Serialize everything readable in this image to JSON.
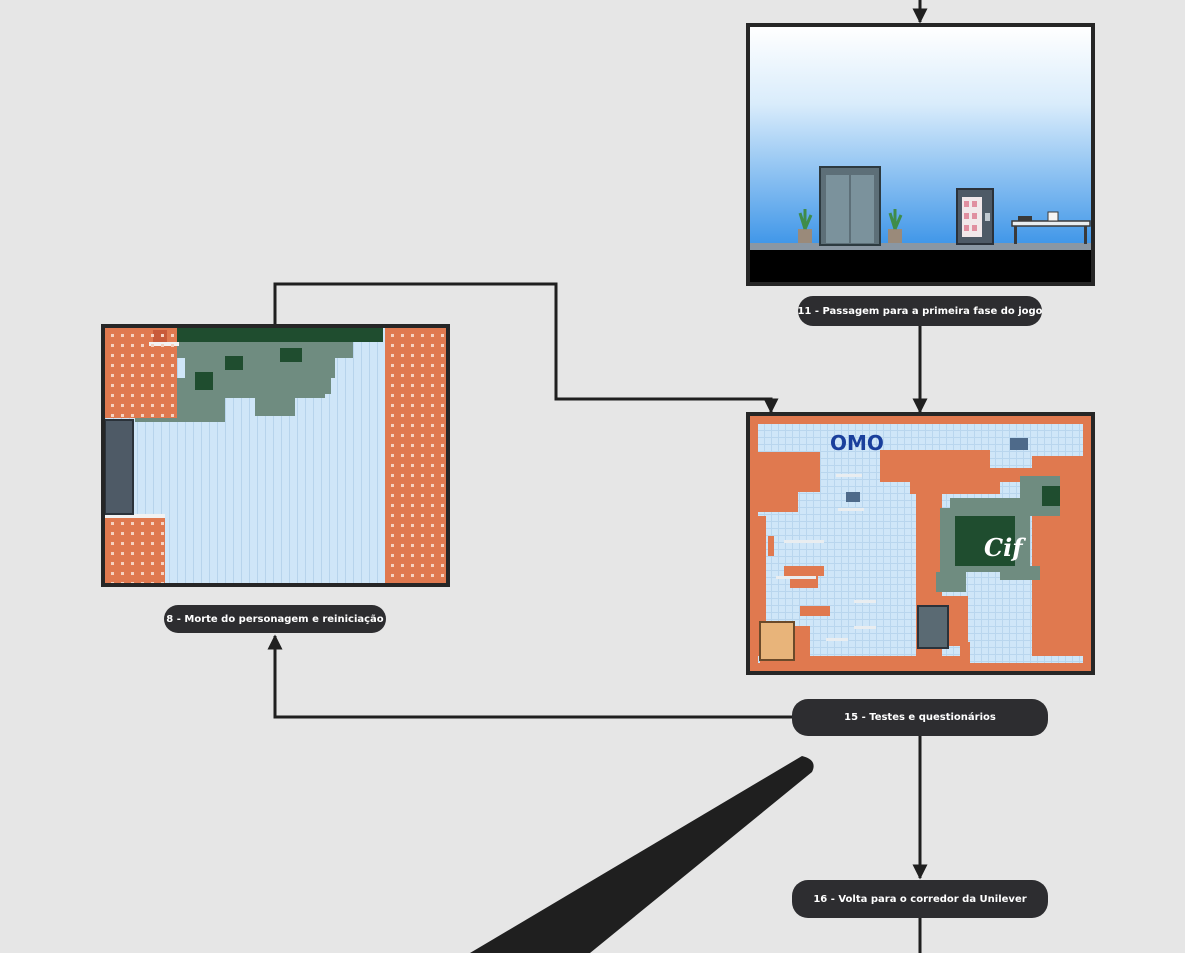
{
  "nodes": {
    "passagem": {
      "label": "11 - Passagem para a primeira fase do jogo"
    },
    "morte": {
      "label": "8 - Morte do personagem e reiniciação"
    },
    "testes": {
      "label": "15 - Testes e questionários"
    },
    "volta": {
      "label": "16 - Volta para o corredor da Unilever"
    }
  },
  "level_map": {
    "brand_top": "OMO",
    "brand_center": "Cif"
  },
  "colors": {
    "background": "#e6e6e6",
    "connector": "#1f1f1f",
    "pill": "#2d2d30",
    "brick": "#e0794f",
    "sky": "#cfe6f8",
    "dark_green": "#1f4d2f",
    "grey_green": "#6f8c80"
  }
}
